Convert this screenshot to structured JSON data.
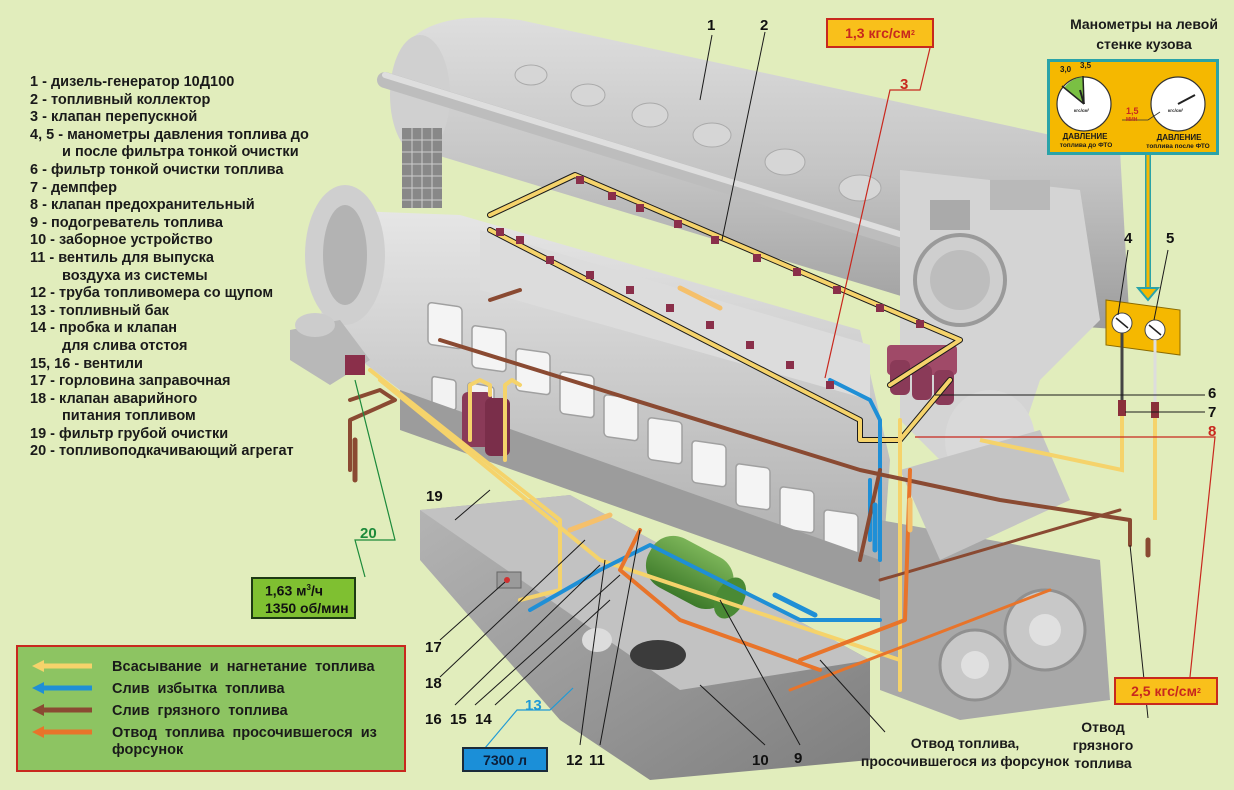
{
  "legend": {
    "items": [
      {
        "text": "1 - дизель-генератор 10Д100"
      },
      {
        "text": "2 - топливный коллектор"
      },
      {
        "text": "3 - клапан перепускной"
      },
      {
        "text": "4, 5 - манометры давления топлива до"
      },
      {
        "text": "и после фильтра тонкой очистки",
        "indent": true
      },
      {
        "text": "6 - фильтр тонкой очистки топлива"
      },
      {
        "text": "7 - демпфер"
      },
      {
        "text": "8 - клапан предохранительный"
      },
      {
        "text": "9 - подогреватель топлива"
      },
      {
        "text": "10 - заборное устройство"
      },
      {
        "text": "11 - вентиль для выпуска"
      },
      {
        "text": "воздуха из системы",
        "indent": true
      },
      {
        "text": "12 - труба топливомера со щупом"
      },
      {
        "text": "13 - топливный бак"
      },
      {
        "text": "14 - пробка и клапан"
      },
      {
        "text": "для слива отстоя",
        "indent": true
      },
      {
        "text": "15, 16 - вентили"
      },
      {
        "text": "17 - горловина заправочная"
      },
      {
        "text": "18 - клапан аварийного"
      },
      {
        "text": "питания топливом",
        "indent": true
      },
      {
        "text": "19 - фильтр грубой очистки"
      },
      {
        "text": "20 - топливоподкачивающий агрегат"
      }
    ]
  },
  "callouts": {
    "n1": "1",
    "n2": "2",
    "n3": "3",
    "n4": "4",
    "n5": "5",
    "n6": "6",
    "n7": "7",
    "n8": "8",
    "n9": "9",
    "n10": "10",
    "n11": "11",
    "n12": "12",
    "n13": "13",
    "n14": "14",
    "n15": "15",
    "n16": "16",
    "n17": "17",
    "n18": "18",
    "n19": "19",
    "n20": "20"
  },
  "values": {
    "bypass_pressure": "1,3 кгс/см",
    "safety_pressure": "2,5 кгс/см",
    "pressure_unit_sup": "2",
    "pump_flow": "1,63 м",
    "pump_flow_sup": "3",
    "pump_flow_unit": "/ч",
    "pump_speed": "1350 об/мин",
    "tank_volume": "7300 л"
  },
  "gauges": {
    "title_line1": "Манометры на левой",
    "title_line2": "стенке кузова",
    "left_mark_low": "3,0",
    "left_mark_high": "3,5",
    "left_unit": "кгс/см²",
    "right_unit": "кгс/см²",
    "min_value": "1,5",
    "min_label": "МИН",
    "left_caption": "ДАВЛЕНИЕ",
    "left_sub": "топлива до ФТО",
    "right_caption": "ДАВЛЕНИЕ",
    "right_sub": "топлива после ФТО"
  },
  "flow_legend": [
    {
      "text": "Всасывание и нагнетание топлива",
      "color": "#f5d36b"
    },
    {
      "text": "Слив избытка топлива",
      "color": "#1f8fd6"
    },
    {
      "text": "Слив грязного топлива",
      "color": "#8a4a32"
    },
    {
      "text": "Отвод топлива просочившегося из форсунок",
      "color": "#e8742a"
    }
  ],
  "notes": {
    "leak_line1": "Отвод топлива,",
    "leak_line2": "просочившегося из форсунок",
    "dirty_line1": "Отвод",
    "dirty_line2": "грязного",
    "dirty_line3": "топлива"
  },
  "colors": {
    "background": "#e1edbc",
    "suction": "#f5d36b",
    "excess": "#1f8fd6",
    "dirty": "#8a4a32",
    "leak": "#e8742a",
    "engine": "#c9c9c9",
    "accent_red": "#c8281e",
    "accent_green": "#1c8a3a"
  }
}
